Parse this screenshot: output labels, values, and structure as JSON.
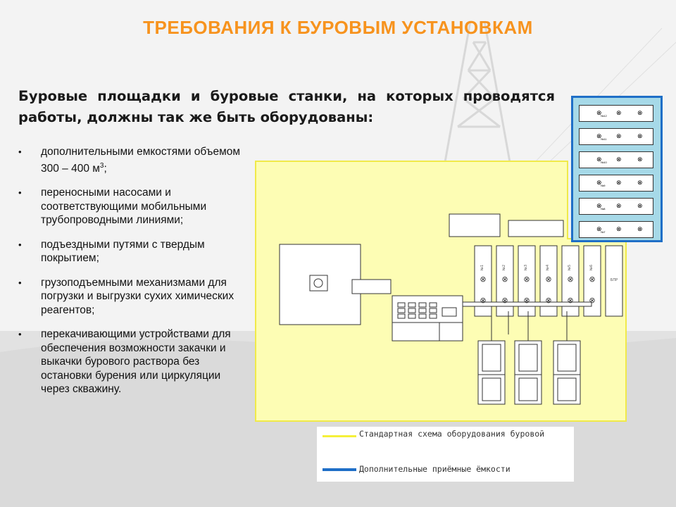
{
  "slide": {
    "title": "ТРЕБОВАНИЯ К БУРОВЫМ УСТАНОВКАМ",
    "subtitle": "Буровые площадки и буровые станки, на которых проводятся работы, должны так же быть оборудованы:",
    "bullet_symbol": "•",
    "bullets": [
      {
        "text": "дополнительными емкостями объемом 300 – 400 м",
        "sup": "3",
        "tail": ";"
      },
      {
        "text": "переносными насосами и соответствующими мобильными трубопроводными линиями;"
      },
      {
        "text": "подъездными путями с твердым покрытием;"
      },
      {
        "text": "грузоподъемными механизмами для погрузки и выгрузки сухих химических реагентов;"
      },
      {
        "text": "перекачивающими устройствами для обеспечения возможности закачки и выкачки бурового раствора без остановки бурения или циркуляции через скважину."
      }
    ]
  },
  "legend": {
    "standard_label": "Стандартная схема оборудования буровой",
    "extra_label": "Дополнительные приёмные ёмкости",
    "standard_color": "#f5f03a",
    "extra_color": "#1f6fc7"
  },
  "colors": {
    "title": "#f7931e",
    "yard_fill": "#fdfdb4",
    "tank_panel_fill": "#a6d9e8"
  },
  "diagram": {
    "tank_symbol": "⊗",
    "extra_tank_labels": [
      "№12",
      "№11",
      "№10",
      "№9",
      "№8",
      "№7"
    ],
    "vertical_tank_labels": [
      "№1",
      "№2",
      "№3",
      "№4",
      "№5",
      "№6"
    ],
    "bfr_label": "БПР"
  }
}
